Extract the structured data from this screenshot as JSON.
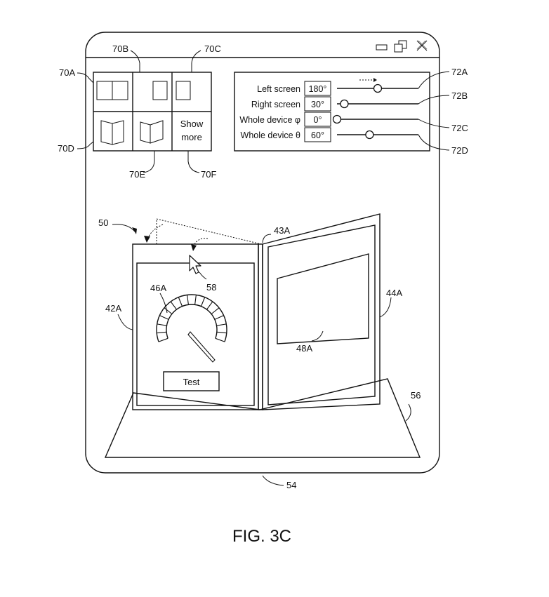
{
  "figure_caption": "FIG. 3C",
  "window": {
    "ref": "54",
    "controls": [
      "minimize-icon",
      "restore-icon",
      "close-icon"
    ]
  },
  "preset_grid": {
    "refs": [
      "70A",
      "70B",
      "70C",
      "70D",
      "70E",
      "70F"
    ],
    "show_more_line1": "Show",
    "show_more_line2": "more"
  },
  "sliders": {
    "refs": [
      "72A",
      "72B",
      "72C",
      "72D"
    ],
    "rows": [
      {
        "label": "Left screen",
        "value": "180°",
        "level": 0.5
      },
      {
        "label": "Right screen",
        "value": "30°",
        "level": 0.09
      },
      {
        "label": "Whole device φ",
        "value": "0°",
        "level": 0.0
      },
      {
        "label": "Whole device θ",
        "value": "60°",
        "level": 0.4
      }
    ]
  },
  "device": {
    "device_ref": "50",
    "hinge_ref": "43A",
    "left_display_ref": "42A",
    "right_display_ref": "44A",
    "gauge_ref": "46A",
    "content_ref": "48A",
    "cursor_ref": "58",
    "surface_ref": "56",
    "test_button_label": "Test"
  }
}
